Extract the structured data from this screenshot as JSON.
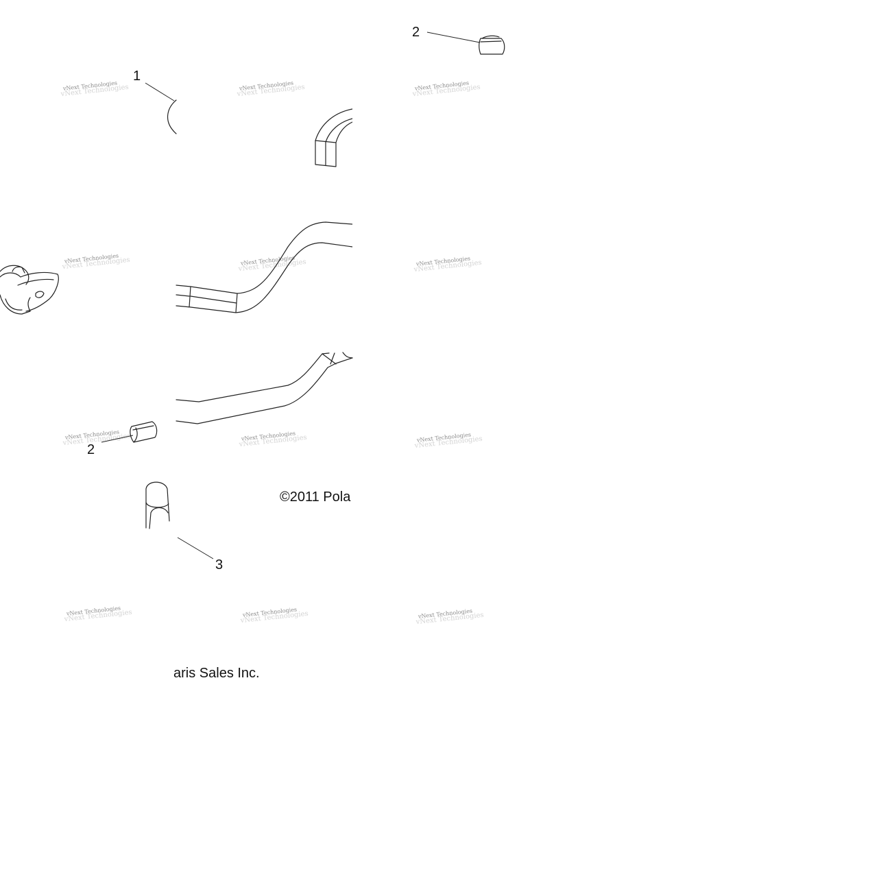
{
  "diagram": {
    "callouts": [
      {
        "id": "callout-1",
        "number": "1"
      },
      {
        "id": "callout-2-top",
        "number": "2"
      },
      {
        "id": "callout-2-bottom",
        "number": "2"
      },
      {
        "id": "callout-3",
        "number": "3"
      }
    ],
    "copyright": {
      "part_a": "©2011 Pola",
      "part_b": "aris Sales Inc."
    },
    "watermark": {
      "text": "vNext Technologies",
      "ghost_text": "vNext Technologies"
    },
    "colors": {
      "line": "#222222",
      "watermark": "#8a8a8a",
      "watermark_ghost": "#d3d3d3",
      "background": "#ffffff"
    }
  }
}
